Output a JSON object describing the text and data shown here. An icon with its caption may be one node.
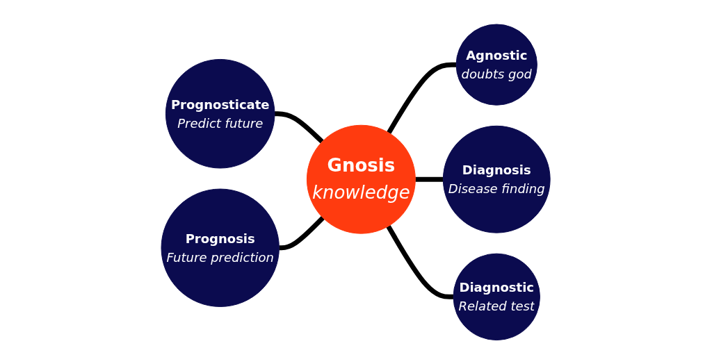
{
  "diagram": {
    "nodes": [
      {
        "text": [
          "Prognosticate",
          "Predict future"
        ]
      },
      {
        "text": [
          "Agnostic",
          "doubts god"
        ]
      },
      {
        "text": [
          "Diagnosis",
          "Disease finding"
        ]
      },
      {
        "text": [
          "Gnosis",
          "knowledge"
        ]
      },
      {
        "text": [
          "Prognosis",
          "Future prediction"
        ]
      },
      {
        "text": [
          "Diagnostic",
          "Related test"
        ]
      }
    ],
    "edges": [
      {
        "from": 0,
        "to": 3,
        "arrow": "none"
      },
      {
        "from": 3,
        "to": 1,
        "arrow": "none"
      },
      {
        "from": 3,
        "to": 2,
        "arrow": "none"
      },
      {
        "from": 4,
        "to": 3,
        "arrow": "none"
      },
      {
        "from": 3,
        "to": 5,
        "arrow": "none"
      }
    ]
  }
}
